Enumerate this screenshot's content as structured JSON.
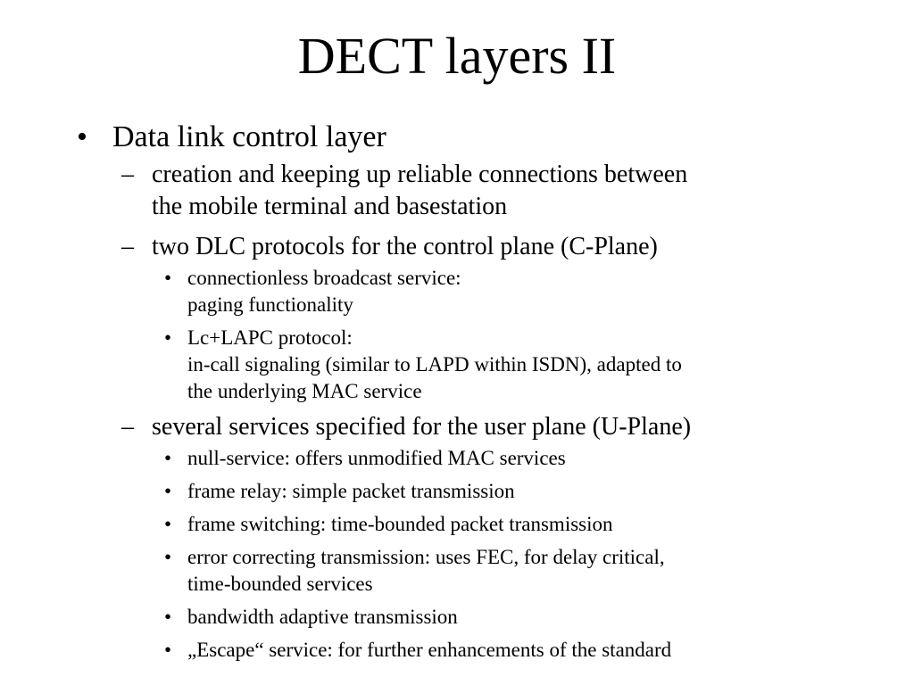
{
  "slide": {
    "title": "DECT layers II",
    "bullet": "•",
    "dash": "–",
    "items": [
      {
        "text": "Data link control layer",
        "children": [
          {
            "lines": [
              "creation and keeping up reliable connections between",
              "the mobile terminal and basestation"
            ]
          },
          {
            "lines": [
              "two DLC protocols for the control plane (C-Plane)"
            ],
            "children": [
              {
                "lines": [
                  "connectionless broadcast service:",
                  "paging functionality"
                ]
              },
              {
                "lines": [
                  "Lc+LAPC protocol:",
                  "in-call signaling (similar to LAPD within ISDN), adapted to",
                  "the underlying MAC service"
                ]
              }
            ]
          },
          {
            "lines": [
              "several services specified for the user plane (U-Plane)"
            ],
            "children": [
              {
                "lines": [
                  "null-service: offers unmodified MAC services"
                ]
              },
              {
                "lines": [
                  "frame relay: simple packet transmission"
                ]
              },
              {
                "lines": [
                  "frame switching: time-bounded packet transmission"
                ]
              },
              {
                "lines": [
                  "error correcting transmission: uses FEC, for delay critical,",
                  "time-bounded services"
                ]
              },
              {
                "lines": [
                  "bandwidth adaptive transmission"
                ]
              },
              {
                "lines": [
                  "„Escape“ service: for further enhancements of the standard"
                ]
              }
            ]
          }
        ]
      }
    ]
  }
}
